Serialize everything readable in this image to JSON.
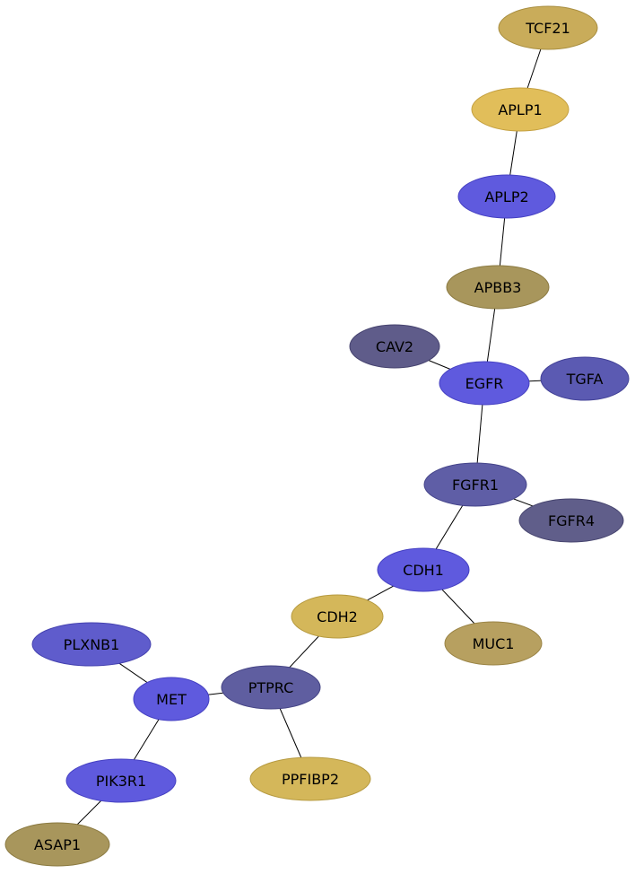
{
  "colors": {
    "background": "#ffffff",
    "edge": "#000000",
    "label": "#000000"
  },
  "nodes": [
    {
      "id": "TCF21",
      "label": "TCF21",
      "fill": "#c9ac5a",
      "stroke": "#a88e40"
    },
    {
      "id": "APLP1",
      "label": "APLP1",
      "fill": "#e1be5a",
      "stroke": "#c4a040"
    },
    {
      "id": "APLP2",
      "label": "APLP2",
      "fill": "#5f5ade",
      "stroke": "#4540c2"
    },
    {
      "id": "APBB3",
      "label": "APBB3",
      "fill": "#a8965c",
      "stroke": "#8a7940"
    },
    {
      "id": "CAV2",
      "label": "CAV2",
      "fill": "#5f5c8a",
      "stroke": "#45426e"
    },
    {
      "id": "EGFR",
      "label": "EGFR",
      "fill": "#5f5ade",
      "stroke": "#4540c2"
    },
    {
      "id": "TGFA",
      "label": "TGFA",
      "fill": "#5b5ab2",
      "stroke": "#424196"
    },
    {
      "id": "FGFR1",
      "label": "FGFR1",
      "fill": "#5f5ea6",
      "stroke": "#45448a"
    },
    {
      "id": "FGFR4",
      "label": "FGFR4",
      "fill": "#605e8a",
      "stroke": "#46446e"
    },
    {
      "id": "CDH1",
      "label": "CDH1",
      "fill": "#5f5ade",
      "stroke": "#4540c2"
    },
    {
      "id": "CDH2",
      "label": "CDH2",
      "fill": "#d4b75a",
      "stroke": "#b69a40"
    },
    {
      "id": "MUC1",
      "label": "MUC1",
      "fill": "#b7a060",
      "stroke": "#998344"
    },
    {
      "id": "PLXNB1",
      "label": "PLXNB1",
      "fill": "#5f5ccc",
      "stroke": "#4542b0"
    },
    {
      "id": "MET",
      "label": "MET",
      "fill": "#5f5ade",
      "stroke": "#4540c2"
    },
    {
      "id": "PTPRC",
      "label": "PTPRC",
      "fill": "#5f5ea0",
      "stroke": "#454484"
    },
    {
      "id": "PIK3R1",
      "label": "PIK3R1",
      "fill": "#5f5ade",
      "stroke": "#4540c2"
    },
    {
      "id": "PPFIBP2",
      "label": "PPFIBP2",
      "fill": "#d4b75a",
      "stroke": "#b69a40"
    },
    {
      "id": "ASAP1",
      "label": "ASAP1",
      "fill": "#a8965c",
      "stroke": "#8a7940"
    }
  ],
  "edges": [
    [
      "TCF21",
      "APLP1"
    ],
    [
      "APLP1",
      "APLP2"
    ],
    [
      "APLP2",
      "APBB3"
    ],
    [
      "APBB3",
      "EGFR"
    ],
    [
      "CAV2",
      "EGFR"
    ],
    [
      "EGFR",
      "TGFA"
    ],
    [
      "EGFR",
      "FGFR1"
    ],
    [
      "FGFR1",
      "FGFR4"
    ],
    [
      "FGFR1",
      "CDH1"
    ],
    [
      "CDH1",
      "CDH2"
    ],
    [
      "CDH1",
      "MUC1"
    ],
    [
      "CDH2",
      "PTPRC"
    ],
    [
      "PTPRC",
      "MET"
    ],
    [
      "PTPRC",
      "PPFIBP2"
    ],
    [
      "PLXNB1",
      "MET"
    ],
    [
      "MET",
      "PIK3R1"
    ],
    [
      "PIK3R1",
      "ASAP1"
    ]
  ]
}
